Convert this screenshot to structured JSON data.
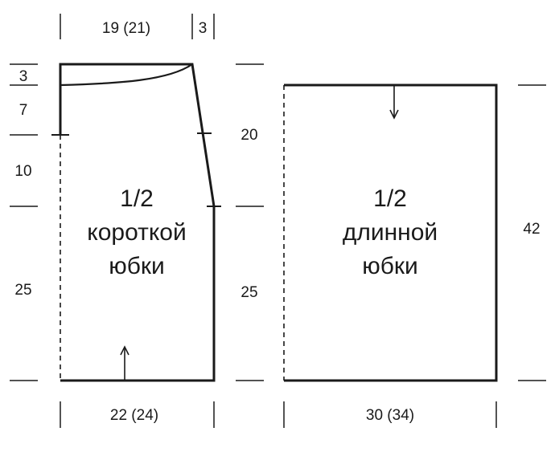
{
  "short_skirt": {
    "title": [
      "1/2",
      "короткой",
      "юбки"
    ],
    "top_width": "19 (21)",
    "top_slant": "3",
    "left_heights": [
      "3",
      "7",
      "10",
      "25"
    ],
    "right_heights": [
      "20",
      "25"
    ],
    "bottom_width": "22 (24)"
  },
  "long_skirt": {
    "title": [
      "1/2",
      "длинной",
      "юбки"
    ],
    "height": "42",
    "bottom_width": "30 (34)"
  }
}
